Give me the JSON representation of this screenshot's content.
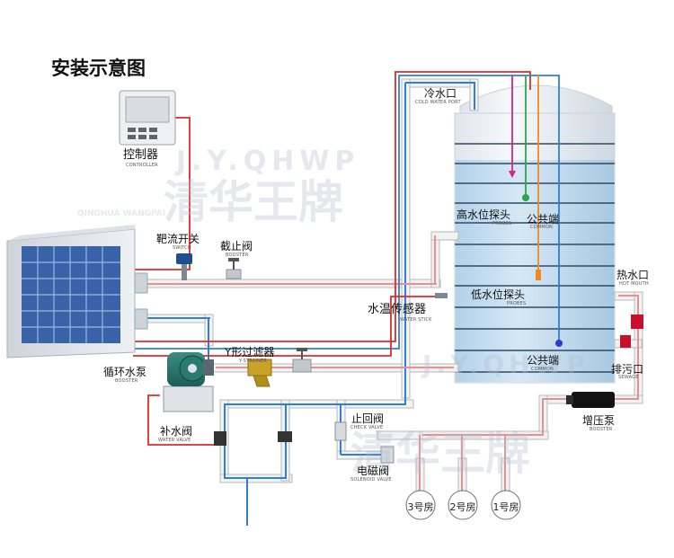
{
  "title": "安装示意图",
  "watermark": {
    "letters": "J.Y.QHWP",
    "brand": "清华王牌",
    "slogan": "QINGHUA WANGPAI"
  },
  "labels": {
    "controller": {
      "cn": "控制器",
      "en": "CONTROLLER"
    },
    "switch": {
      "cn": "靶流开关",
      "en": "SWITCH"
    },
    "stop_valve": {
      "cn": "截止阀",
      "en": "BOOSTER"
    },
    "cold_water": {
      "cn": "冷水口",
      "en": "COLD WATER PORT"
    },
    "high_probe": {
      "cn": "高水位探头",
      "en": "PROBES"
    },
    "common_top": {
      "cn": "公共端",
      "en": "COMMON"
    },
    "low_probe": {
      "cn": "低水位探头",
      "en": "PROBES"
    },
    "temp_sensor": {
      "cn": "水温传感器",
      "en": "WATER STICK"
    },
    "common_bottom": {
      "cn": "公共端",
      "en": "COMMON"
    },
    "hot_water": {
      "cn": "热水口",
      "en": "HOT MOUTH"
    },
    "sewage": {
      "cn": "排污口",
      "en": "SEWAGE"
    },
    "y_strainer": {
      "cn": "Y形过滤器",
      "en": "Y-STRAINER"
    },
    "circ_pump": {
      "cn": "循环水泵",
      "en": "BOOSTER"
    },
    "makeup_valve": {
      "cn": "补水阀",
      "en": "WATER VALVE"
    },
    "check_valve": {
      "cn": "止回阀",
      "en": "CHECK VALVE"
    },
    "solenoid": {
      "cn": "电磁阀",
      "en": "SOLENOID VALVE"
    },
    "booster_pump": {
      "cn": "增压泵",
      "en": "BOOSTER"
    }
  },
  "rooms": [
    "3号房",
    "2号房",
    "1号房"
  ],
  "colors": {
    "pipe_body": "#f2f2f2",
    "pipe_edge": "#b8b8b8",
    "blue_line": "#2e7fd6",
    "red_line": "#e02a2a",
    "green_line": "#2aa84a",
    "magenta_line": "#d8238a",
    "orange_line": "#ef8a1d",
    "tank_water": "#c8dff0",
    "heat_pump_grille": "#3a62a8"
  }
}
